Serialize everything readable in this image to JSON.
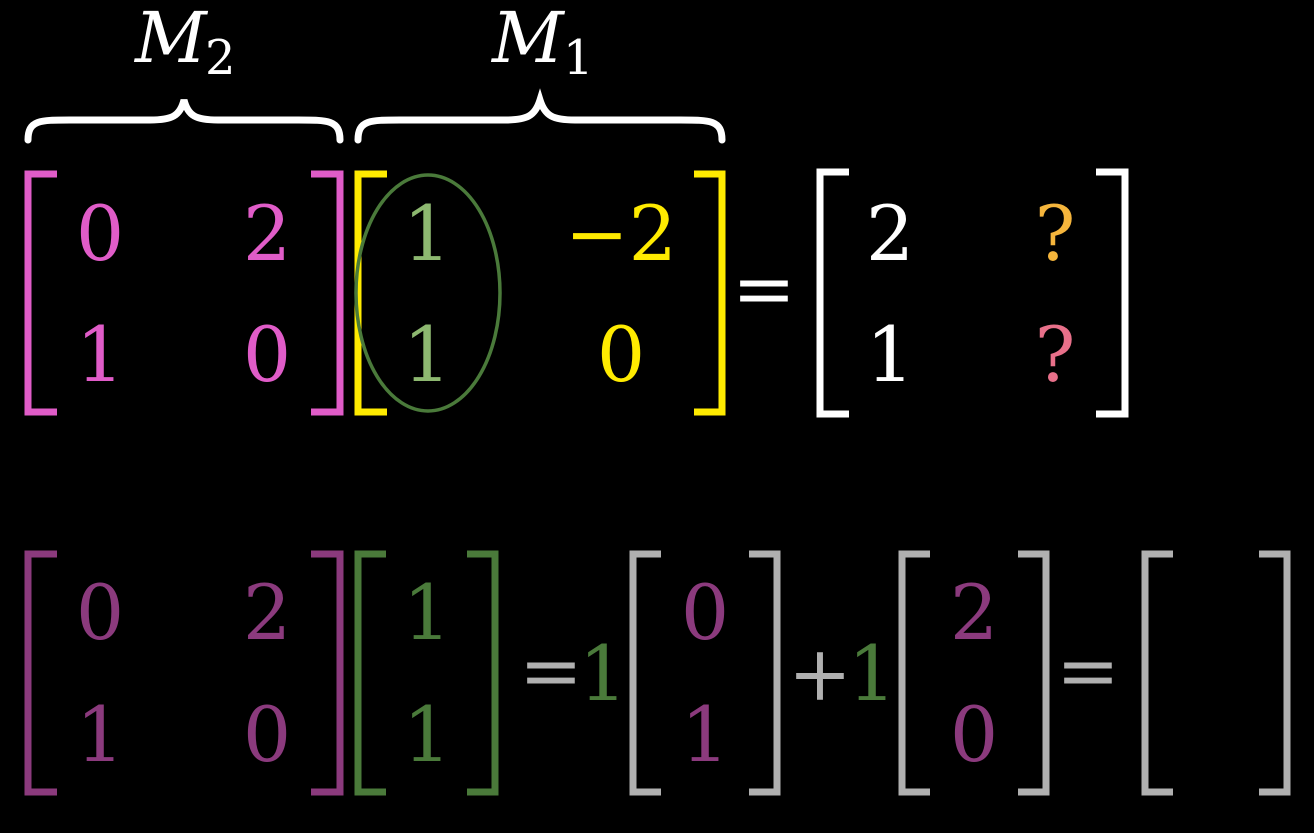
{
  "labels": {
    "m2": "M",
    "m2_sub": "2",
    "m1": "M",
    "m1_sub": "1"
  },
  "top": {
    "m2": {
      "r1": [
        "0",
        "2"
      ],
      "r2": [
        "1",
        "0"
      ]
    },
    "m1": {
      "r1": [
        "1",
        "−2"
      ],
      "r2": [
        "1",
        "0"
      ]
    },
    "equals": "=",
    "result": {
      "r1": [
        "2",
        "?"
      ],
      "r2": [
        "1",
        "?"
      ]
    }
  },
  "bottom": {
    "m2": {
      "r1": [
        "0",
        "2"
      ],
      "r2": [
        "1",
        "0"
      ]
    },
    "vec": [
      "1",
      "1"
    ],
    "equals1": "=",
    "coef1": "1",
    "col1": [
      "0",
      "1"
    ],
    "plus": "+",
    "coef2": "1",
    "col2": [
      "2",
      "0"
    ],
    "equals2": "="
  },
  "colors": {
    "pink": "#e05cc8",
    "yellow": "#ffeb00",
    "white": "#ffffff",
    "green": "#4a7a3a",
    "green_text": "#8db870",
    "q_orange": "#f5b53c",
    "q_pink": "#e8708a",
    "dim_purple": "#8b3a7d",
    "dim_green": "#4a7a3a",
    "gray": "#b0b0b0"
  }
}
